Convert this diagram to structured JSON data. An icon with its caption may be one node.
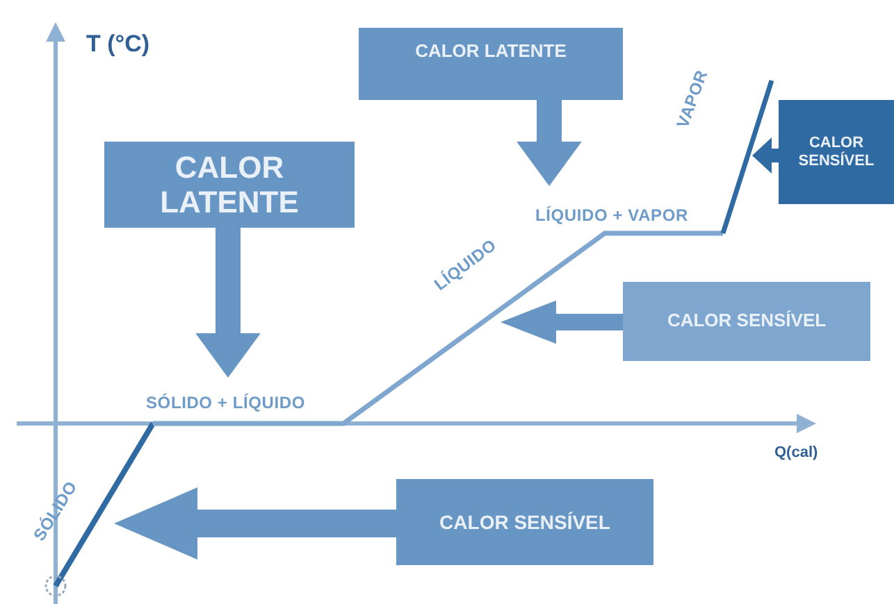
{
  "diagram": {
    "nodes": [
      {
        "text": [
          "CALOR LATENTE"
        ]
      },
      {
        "text": [
          "CALOR LATENTE"
        ]
      },
      {
        "text": [
          "CALOR SENSÍVEL"
        ]
      },
      {
        "text": [
          "CALOR SENSÍVEL"
        ]
      },
      {
        "text": [
          "CALOR SENSÍVEL"
        ]
      },
      {
        "text": [
          "SÓLIDO"
        ]
      },
      {
        "text": [
          "SÓLIDO + LÍQUIDO"
        ]
      },
      {
        "text": [
          "LÍQUIDO"
        ]
      },
      {
        "text": [
          "LÍQUIDO + VAPOR"
        ]
      },
      {
        "text": [
          "VAPOR"
        ]
      }
    ],
    "edges": [
      {
        "from": 0,
        "to": 6,
        "arrow": "to"
      },
      {
        "from": 1,
        "to": 8,
        "arrow": "to"
      },
      {
        "from": 2,
        "to": 9,
        "arrow": "to",
        "color": "#2f6aa3"
      },
      {
        "from": 3,
        "to": 7,
        "arrow": "to"
      },
      {
        "from": 4,
        "to": 5,
        "arrow": "to"
      }
    ],
    "labels": [
      "T (°C)",
      "Q(cal)"
    ]
  }
}
